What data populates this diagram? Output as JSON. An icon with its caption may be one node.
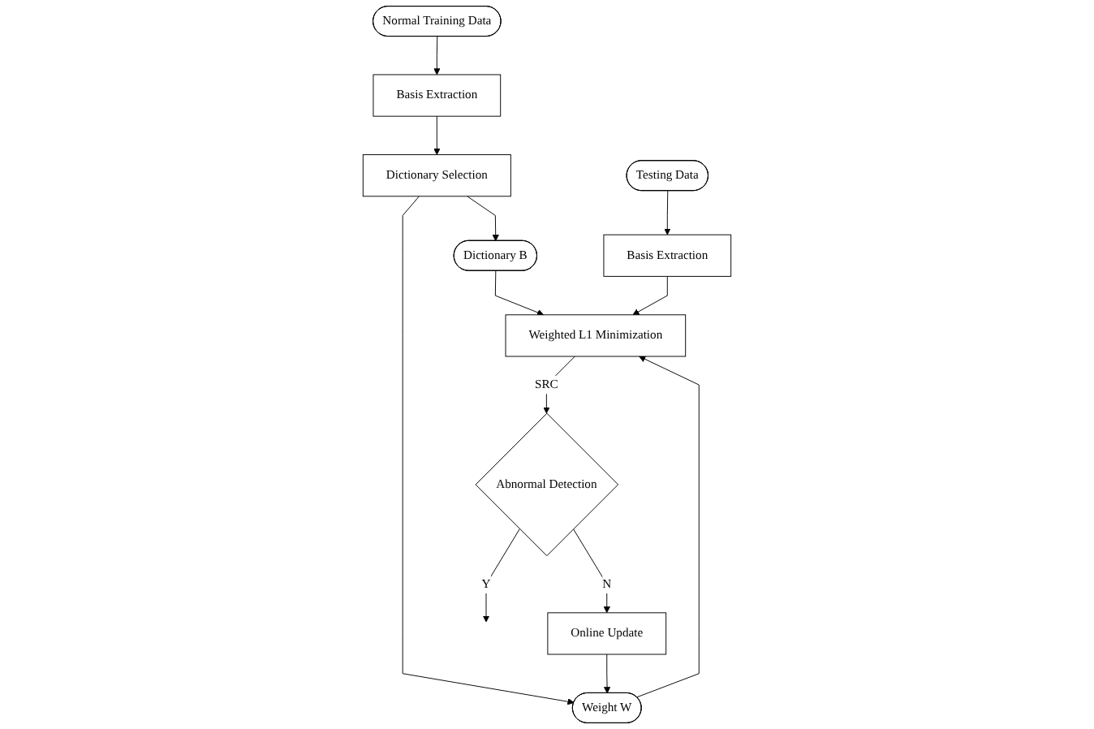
{
  "diagram": {
    "nodes": [
      {
        "text": [
          "Normal Training Data"
        ]
      },
      {
        "text": [
          "Basis Extraction"
        ]
      },
      {
        "text": [
          "Dictionary Selection"
        ]
      },
      {
        "text": [
          "Dictionary B"
        ]
      },
      {
        "text": [
          "Weight W"
        ]
      },
      {
        "text": [
          "Online Update"
        ]
      },
      {
        "text": [
          "Testing Data"
        ]
      },
      {
        "text": [
          "Basis Extraction"
        ]
      },
      {
        "text": [
          "Weighted L1 Minimization"
        ]
      },
      {
        "text": [
          "Abnormal Detection"
        ]
      }
    ],
    "edges": [
      {
        "from": 0,
        "to": 1,
        "arrow": "to"
      },
      {
        "from": 1,
        "to": 2,
        "arrow": "to"
      },
      {
        "from": 2,
        "to": 3,
        "arrow": "to"
      },
      {
        "from": 2,
        "to": 4,
        "arrow": "to"
      },
      {
        "from": 3,
        "to": 8,
        "arrow": "to"
      },
      {
        "from": 4,
        "to": 8,
        "arrow": "to"
      },
      {
        "from": 6,
        "to": 7,
        "arrow": "to"
      },
      {
        "from": 7,
        "to": 8,
        "arrow": "to"
      },
      {
        "from": 8,
        "to": 9,
        "arrow": "to",
        "label": "SRC"
      },
      {
        "from": 9,
        "to": 5,
        "arrow": "to",
        "label": "N"
      },
      {
        "from": 5,
        "to": 4,
        "arrow": "to"
      },
      {
        "from": 9,
        "to": null,
        "arrow": "to",
        "label": "Y"
      }
    ]
  }
}
